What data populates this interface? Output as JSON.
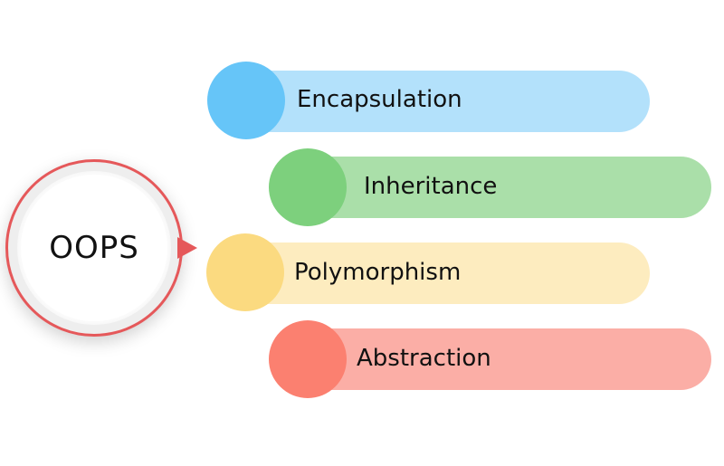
{
  "hub": {
    "label": "OOPS",
    "border_color": "#e5585a"
  },
  "items": [
    {
      "label": "Encapsulation",
      "dot_color": "#66c5f8",
      "bar_color": "#b3e1fb"
    },
    {
      "label": "Inheritance",
      "dot_color": "#7dd07d",
      "bar_color": "#aadfa9"
    },
    {
      "label": "Polymorphism",
      "dot_color": "#fbda80",
      "bar_color": "#fdecbf"
    },
    {
      "label": "Abstraction",
      "dot_color": "#fb8070",
      "bar_color": "#fbaea6"
    }
  ]
}
